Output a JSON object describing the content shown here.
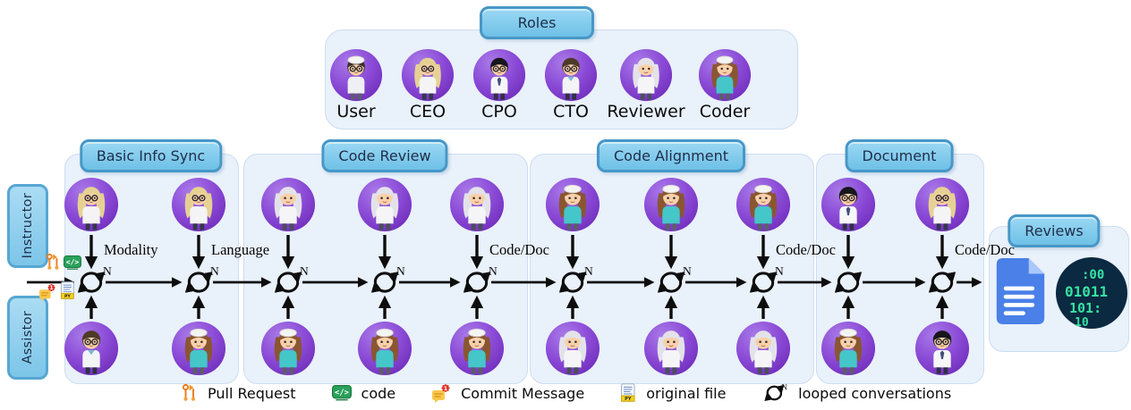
{
  "roles_panel": {
    "title": "Roles",
    "roles": [
      {
        "id": "user",
        "label": "User"
      },
      {
        "id": "ceo",
        "label": "CEO"
      },
      {
        "id": "cpo",
        "label": "CPO"
      },
      {
        "id": "cto",
        "label": "CTO"
      },
      {
        "id": "reviewer",
        "label": "Reviewer"
      },
      {
        "id": "coder",
        "label": "Coder"
      }
    ]
  },
  "side_labels": {
    "instructor": "Instructor",
    "assistor": "Assistor"
  },
  "phases": [
    {
      "title": "Basic Info Sync",
      "pairs": [
        {
          "top": "ceo",
          "bottom": "cto",
          "label": "Modality",
          "loop_sup": "N"
        },
        {
          "top": "ceo",
          "bottom": "coder",
          "label": "Language",
          "loop_sup": "N"
        }
      ]
    },
    {
      "title": "Code Review",
      "pairs": [
        {
          "top": "reviewer",
          "bottom": "coder",
          "label": "",
          "loop_sup": "N"
        },
        {
          "top": "reviewer",
          "bottom": "coder",
          "label": "",
          "loop_sup": "N"
        },
        {
          "top": "reviewer",
          "bottom": "coder",
          "label": "Code/Doc",
          "loop_sup": "N"
        }
      ]
    },
    {
      "title": "Code Alignment",
      "pairs": [
        {
          "top": "coder",
          "bottom": "reviewer",
          "label": "",
          "loop_sup": "N"
        },
        {
          "top": "coder",
          "bottom": "reviewer",
          "label": "",
          "loop_sup": "N"
        },
        {
          "top": "coder",
          "bottom": "reviewer",
          "label": "Code/Doc",
          "loop_sup": "N"
        }
      ]
    },
    {
      "title": "Document",
      "pairs": [
        {
          "top": "cpo",
          "bottom": "coder",
          "label": "",
          "loop_sup": ""
        },
        {
          "top": "ceo",
          "bottom": "cpo",
          "label": "Code/Doc",
          "loop_sup": ""
        }
      ]
    }
  ],
  "reviews_panel": {
    "title": "Reviews",
    "icons": [
      {
        "name": "document-icon"
      },
      {
        "name": "binary-circle-icon"
      }
    ],
    "binary_lines": [
      ":00",
      "01011",
      "101:",
      "10"
    ]
  },
  "input_icons": [
    {
      "name": "pull-request-icon"
    },
    {
      "name": "code-icon"
    },
    {
      "name": "commit-message-icon"
    },
    {
      "name": "original-file-icon"
    }
  ],
  "legend": [
    {
      "icon": "pull-request-icon",
      "label": "Pull Request"
    },
    {
      "icon": "code-icon",
      "label": "code"
    },
    {
      "icon": "commit-message-icon",
      "label": "Commit Message"
    },
    {
      "icon": "original-file-icon",
      "label": "original file"
    },
    {
      "icon": "loop-icon",
      "label": "looped conversations"
    }
  ],
  "loop_superscript": "N",
  "colors": {
    "panel_fill": "#e9f1fb",
    "panel_border": "#cdddf0",
    "header_fill_top": "#9ad8f3",
    "header_fill_bottom": "#6fc0e7",
    "header_border": "#4797c7",
    "avatar_purple_light": "#a97ae8",
    "avatar_purple_dark": "#6f2cba",
    "arrow_black": "#0d0d0d",
    "code_green": "#2aa05a",
    "pr_orange": "#e9801f",
    "commit_yellow": "#f9c84a",
    "badge_red": "#e03227",
    "file_yellow": "#f8d21c",
    "doc_blue": "#4a80e8",
    "doc_fold": "#aac8fb",
    "binary_bg": "#0b2940",
    "binary_green": "#36e2a2"
  }
}
